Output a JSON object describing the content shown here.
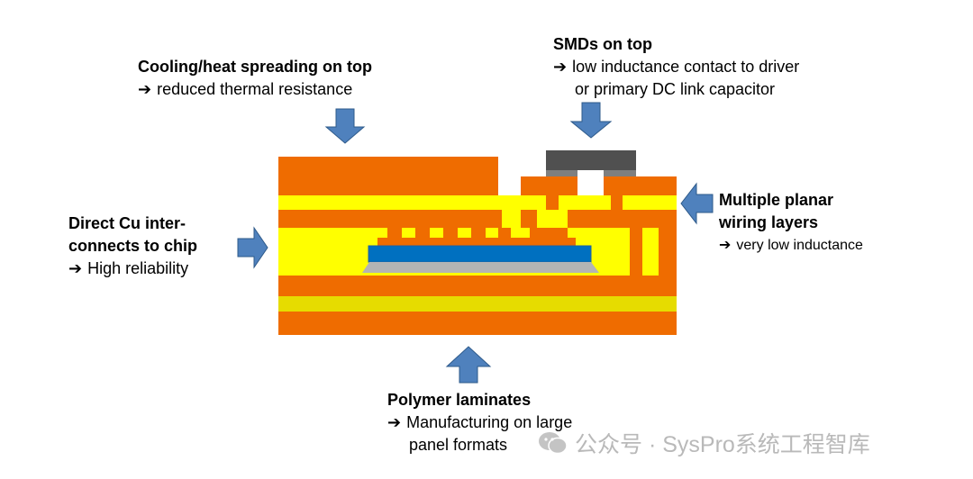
{
  "labels": {
    "cooling": {
      "title": "Cooling/heat spreading on top",
      "line1": "reduced thermal resistance"
    },
    "smds": {
      "title": "SMDs on top",
      "line1": "low inductance contact to driver",
      "line2": "or primary DC link capacitor"
    },
    "direct_cu": {
      "title1": "Direct Cu inter-",
      "title2": "connects to chip",
      "line1": "High reliability"
    },
    "planar": {
      "title1": "Multiple planar",
      "title2": "wiring layers",
      "line1": "very low inductance"
    },
    "polymer": {
      "title": "Polymer laminates",
      "line1": "Manufacturing on large",
      "line2": "panel formats"
    }
  },
  "arrow_symbol": "➔",
  "watermark": "公众号 · SysPro系统工程智库",
  "colors": {
    "copper": "#ef6c00",
    "laminate": "#ffff00",
    "laminate_dark": "#e6dc00",
    "chip": "#0070c0",
    "chip_edge": "#2060a0",
    "substrate": "#b4b4b4",
    "smd_dark": "#505050",
    "smd_light": "#7f7f7f",
    "arrow_fill": "#4f81bd",
    "arrow_stroke": "#2e5a8a"
  }
}
